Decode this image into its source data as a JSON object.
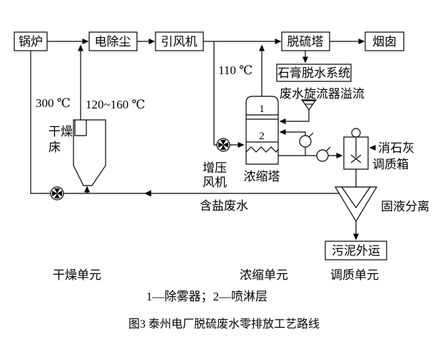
{
  "figure": {
    "boxes": {
      "boiler": "锅炉",
      "esp": "电除尘",
      "id_fan": "引风机",
      "desulf_tower": "脱硫塔",
      "chimney": "烟囱",
      "gypsum_system": "石膏脱水系统",
      "sludge_out": "污泥外运"
    },
    "vessels": {
      "drying_bed": {
        "line1": "干燥",
        "line2": "床"
      },
      "concentration_tower": "浓缩塔",
      "conditioning_tank": "调质箱",
      "solid_liquid_separation": "固液分离"
    },
    "labels": {
      "temp_300": "300 ℃",
      "temp_120_160": "120~160 ℃",
      "temp_110": "110 ℃",
      "booster_fan": {
        "line1": "增压",
        "line2": "风机"
      },
      "cyclone_overflow": "废水旋流器溢流",
      "slaked_lime": "消石灰",
      "salty_wastewater": "含盐废水",
      "tower_zone_1": "1",
      "tower_zone_2": "2"
    },
    "units": {
      "drying": "干燥单元",
      "concentration": "浓缩单元",
      "conditioning": "调质单元"
    },
    "legend": "1—除雾器；2—喷淋层",
    "caption": "图3 泰州电厂脱硫废水零排放工艺路线"
  },
  "colors": {
    "ink": "#000000",
    "background": "#ffffff"
  }
}
